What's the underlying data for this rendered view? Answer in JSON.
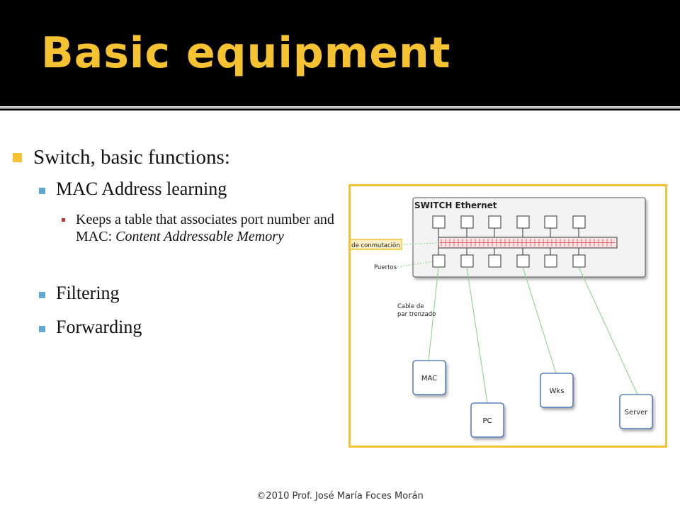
{
  "slide": {
    "title": "Basic equipment",
    "footer": "©2010 Prof. José María Foces Morán"
  },
  "bullets": {
    "level1": "Switch, basic functions:",
    "mac_learning": "MAC Address learning",
    "mac_detail_normal": "Keeps a table that associates port number and MAC: ",
    "mac_detail_italic": "Content Addressable Memory",
    "filtering": "Filtering",
    "forwarding": "Forwarding"
  },
  "diagram": {
    "switch_label": "SWITCH Ethernet",
    "fabric_label": "Malla de conmutación",
    "ports_label": "Puertos",
    "cable_label_line1": "Cable de",
    "cable_label_line2": "par trenzado",
    "nodes": [
      "MAC",
      "PC",
      "Wks",
      "Server"
    ]
  },
  "colors": {
    "accent": "#f5c232",
    "level2_marker": "#5fa8d3",
    "level3_marker": "#c0392b",
    "link_green": "#7ed67e",
    "fabric_red": "#e24a4a"
  }
}
